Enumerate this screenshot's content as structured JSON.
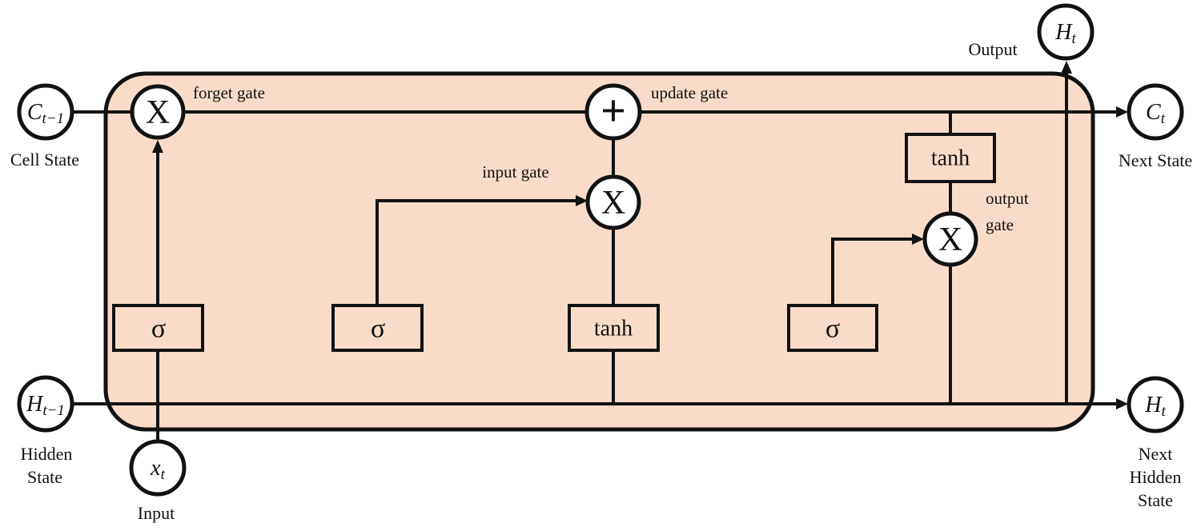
{
  "colors": {
    "cell_fill": "#f8dcc9",
    "outline": "#121212",
    "node_fill": "#ffffff",
    "background": "#ffffff"
  },
  "gates": {
    "forget_label": "forget gate",
    "update_label": "update gate",
    "input_label": "input gate",
    "output_label_line1": "output",
    "output_label_line2": "gate"
  },
  "operators": {
    "forget_multiply": "X",
    "update_add": "+",
    "input_multiply": "X",
    "output_multiply": "X"
  },
  "activations": {
    "sigma_forget": "σ",
    "sigma_input": "σ",
    "tanh_candidate": "tanh",
    "sigma_output": "σ",
    "tanh_output": "tanh"
  },
  "io": {
    "cell_prev": {
      "symbol": "C",
      "subscript": "t−1",
      "caption": "Cell State"
    },
    "hidden_prev": {
      "symbol": "H",
      "subscript": "t−1",
      "caption_line1": "Hidden",
      "caption_line2": "State"
    },
    "input": {
      "symbol": "x",
      "subscript": "t",
      "caption": "Input"
    },
    "output_top": {
      "symbol": "H",
      "subscript": "t",
      "caption": "Output"
    },
    "cell_next": {
      "symbol": "C",
      "subscript": "t",
      "caption": "Next State"
    },
    "hidden_next": {
      "symbol": "H",
      "subscript": "t",
      "caption_line1": "Next",
      "caption_line2": "Hidden",
      "caption_line3": "State"
    }
  }
}
